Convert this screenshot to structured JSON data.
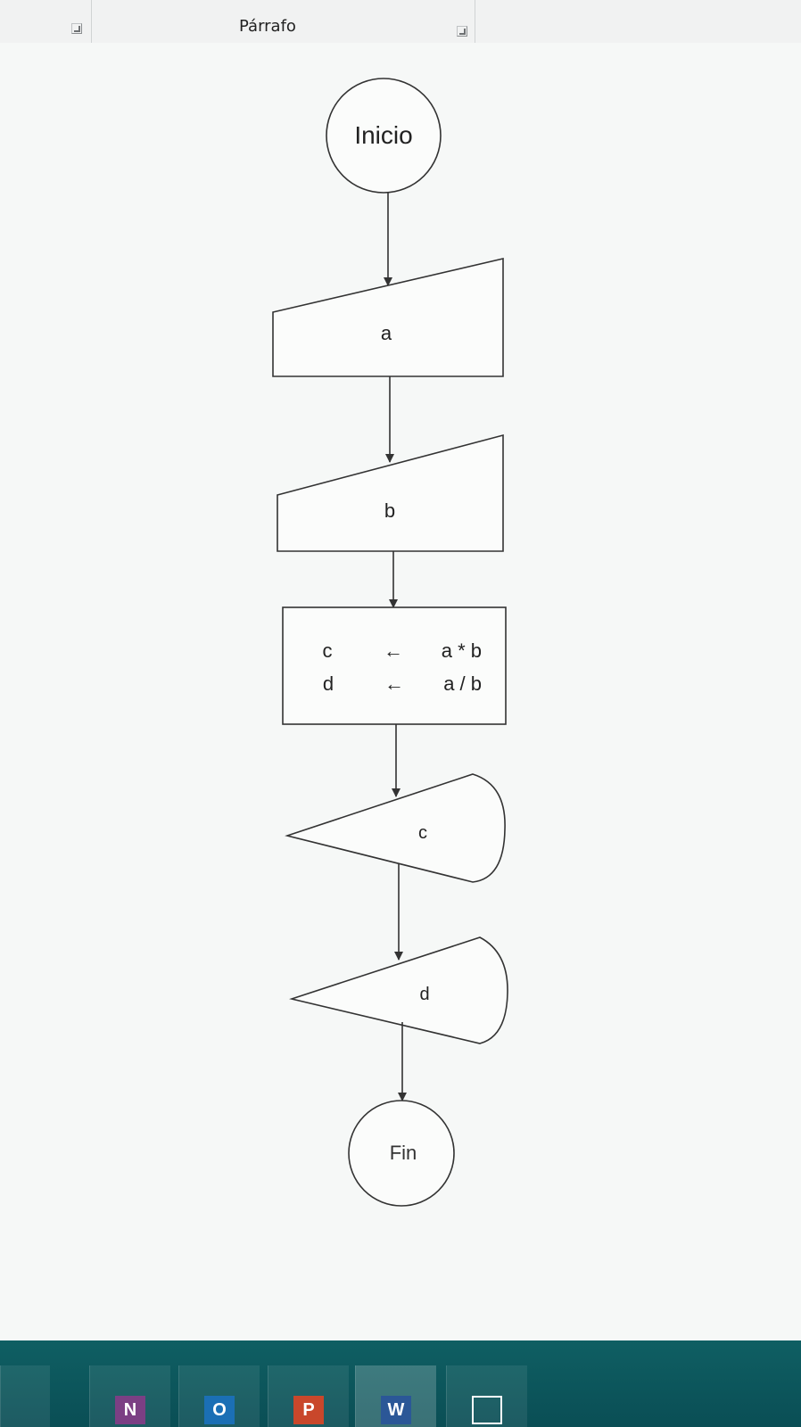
{
  "ribbon": {
    "group_label": "Párrafo"
  },
  "flowchart": {
    "start": "Inicio",
    "input_a": "a",
    "input_b": "b",
    "process": {
      "line1": {
        "var": "c",
        "arrow": "←",
        "expr": "a * b"
      },
      "line2": {
        "var": "d",
        "arrow": "←",
        "expr": "a / b"
      }
    },
    "output_c": "c",
    "output_d": "d",
    "end": "Fin"
  },
  "taskbar": {
    "apps": [
      {
        "icon": "onenote-icon",
        "letter": "N",
        "color": "#7b3f84"
      },
      {
        "icon": "outlook-icon",
        "letter": "O",
        "color": "#1b6fb5"
      },
      {
        "icon": "powerpoint-icon",
        "letter": "P",
        "color": "#c9472b"
      },
      {
        "icon": "word-icon",
        "letter": "W",
        "color": "#2b5797"
      },
      {
        "icon": "app-icon",
        "letter": "",
        "color": "#ffffff"
      }
    ]
  }
}
